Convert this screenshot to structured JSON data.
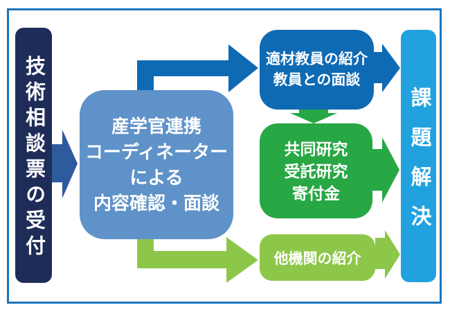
{
  "diagram": {
    "type": "flowchart",
    "language": "ja",
    "nodes": {
      "reception": {
        "label": "技術相談票の受付"
      },
      "coordinator": {
        "lines": [
          "産学官連携",
          "コーディネーター",
          "による",
          "内容確認・面談"
        ]
      },
      "faculty_intro": {
        "lines": [
          "適材教員の紹介",
          "教員との面談"
        ]
      },
      "research": {
        "lines": [
          "共同研究",
          "受託研究",
          "寄付金"
        ]
      },
      "other_orgs": {
        "label": "他機関の紹介"
      },
      "solution": {
        "label": "課題解決"
      }
    },
    "colors": {
      "frame_border": "#1b74bc",
      "reception_bg": "#1e2c58",
      "reception_arrow": "#2e5b9e",
      "coordinator_bg": "#5f92c8",
      "faculty_bg": "#0f6ab4",
      "faculty_arrow": "#0f6ab4",
      "research_bg": "#28a745",
      "research_arrow": "#28a745",
      "other_bg": "#8dc74a",
      "other_arrow": "#8dc74a",
      "solution_bg": "#21a2de",
      "text": "#ffffff"
    }
  }
}
